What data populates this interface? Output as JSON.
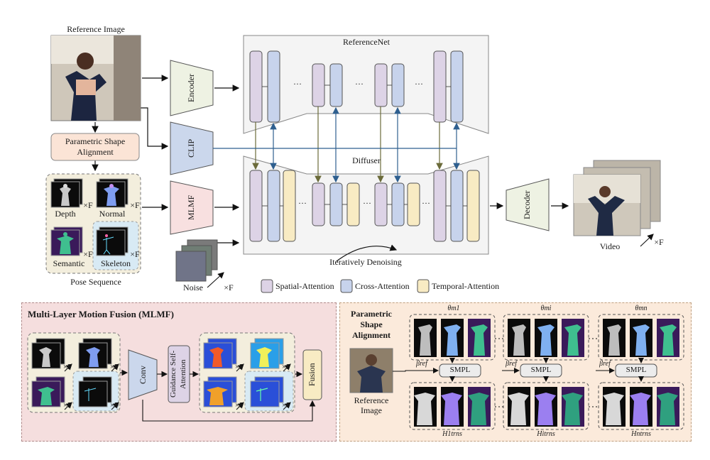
{
  "top": {
    "reference_image_label": "Reference Image",
    "shape_alignment_box": "Parametric Shape Alignment",
    "pose_sequence_label": "Pose Sequence",
    "pose_labels": {
      "depth": "Depth",
      "normal": "Normal",
      "semantic": "Semantic",
      "skeleton": "Skeleton"
    },
    "xf": "×F",
    "encoder_label": "Encoder",
    "clip_label": "CLIP",
    "mlmf_label": "MLMF",
    "referencenet_label": "ReferenceNet",
    "diffuser_label": "Diffuser",
    "decoder_label": "Decoder",
    "video_label": "Video",
    "noise_label": "Noise",
    "iterative_label": "Iteratively Denoising",
    "ellipsis": "···",
    "legend": {
      "spatial": "Spatial-Attention",
      "cross": "Cross-Attention",
      "temporal": "Temporal-Attention"
    }
  },
  "mlmf_panel": {
    "title": "Multi-Layer Motion Fusion (MLMF)",
    "conv_label": "Conv",
    "guidance_label": "Guidance Self-Attention",
    "fusion_label": "Fusion"
  },
  "psa_panel": {
    "title": "Parametric Shape Alignment",
    "reference_label": "Reference Image",
    "smpl_label": "SMPL",
    "beta_ref": "βref",
    "theta_labels": [
      "θm1",
      "θmi",
      "θmn"
    ],
    "h_labels": [
      "H1trns",
      "Hitrns",
      "Hntrns"
    ]
  },
  "colors": {
    "spatial": "#ddd3e6",
    "cross": "#c7d3ec",
    "temporal": "#f8ebc3",
    "encoder": "#eef2e3",
    "clip": "#cbd7ec",
    "mlmf": "#f8e0e0",
    "shape_box": "#fbe4d6",
    "arrow_blue": "#2e5f8f",
    "arrow_olive": "#6b6b3a",
    "panel_pink": "#f5dede",
    "panel_peach": "#fbeadb"
  }
}
